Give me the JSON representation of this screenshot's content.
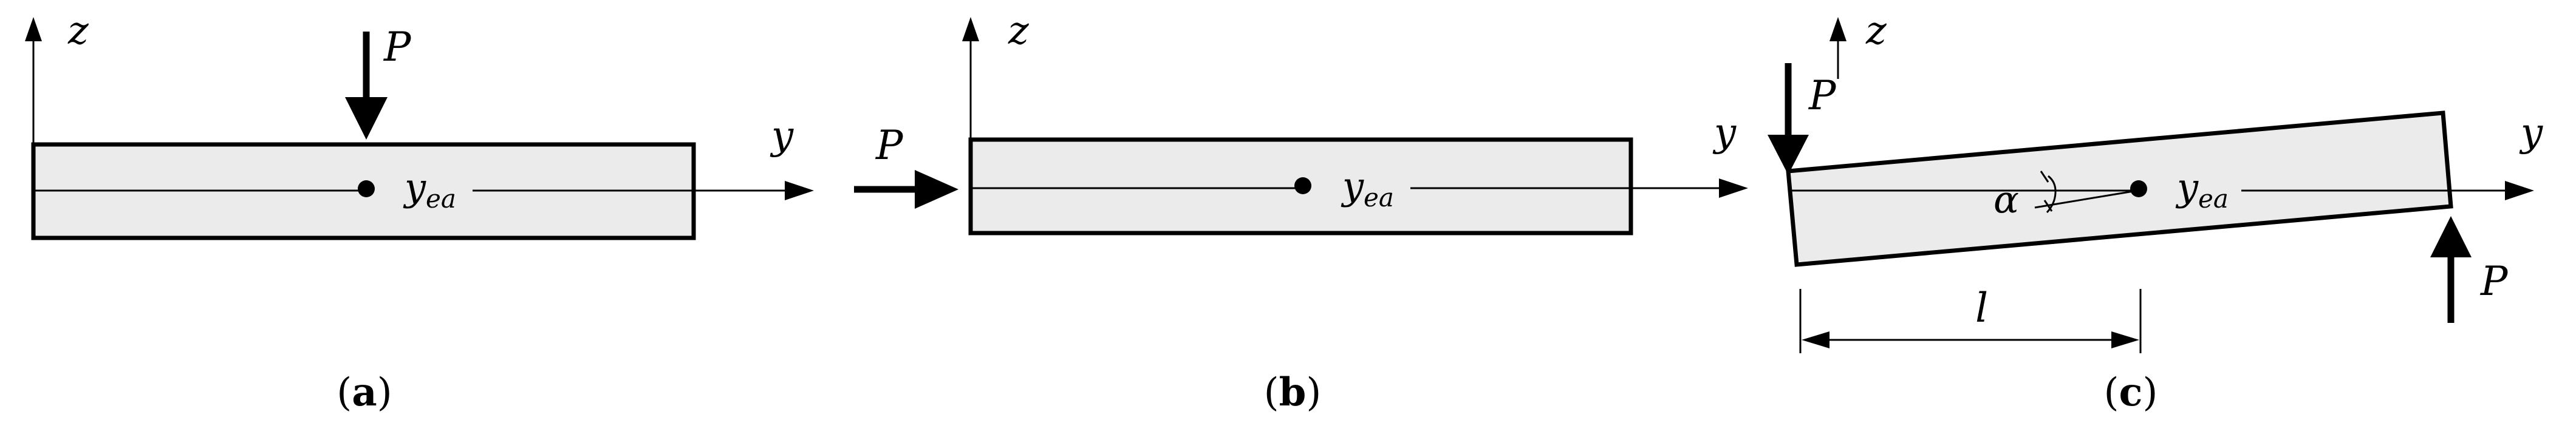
{
  "panels": [
    {
      "id": "a",
      "caption_open": "(",
      "caption_letter": "a",
      "caption_close": ")",
      "axis_z": "z",
      "axis_y": "y",
      "load": "P",
      "centroid_main": "y",
      "centroid_sub": "ea"
    },
    {
      "id": "b",
      "caption_open": "(",
      "caption_letter": "b",
      "caption_close": ")",
      "axis_z": "z",
      "axis_y": "y",
      "load": "P",
      "centroid_main": "y",
      "centroid_sub": "ea"
    },
    {
      "id": "c",
      "caption_open": "(",
      "caption_letter": "c",
      "caption_close": ")",
      "axis_z": "z",
      "axis_y": "y",
      "load_top": "P",
      "load_bottom": "P",
      "centroid_main": "y",
      "centroid_sub": "ea",
      "angle": "α",
      "length": "l"
    }
  ],
  "colors": {
    "beam_fill": "#ebebeb",
    "stroke": "#000000"
  }
}
